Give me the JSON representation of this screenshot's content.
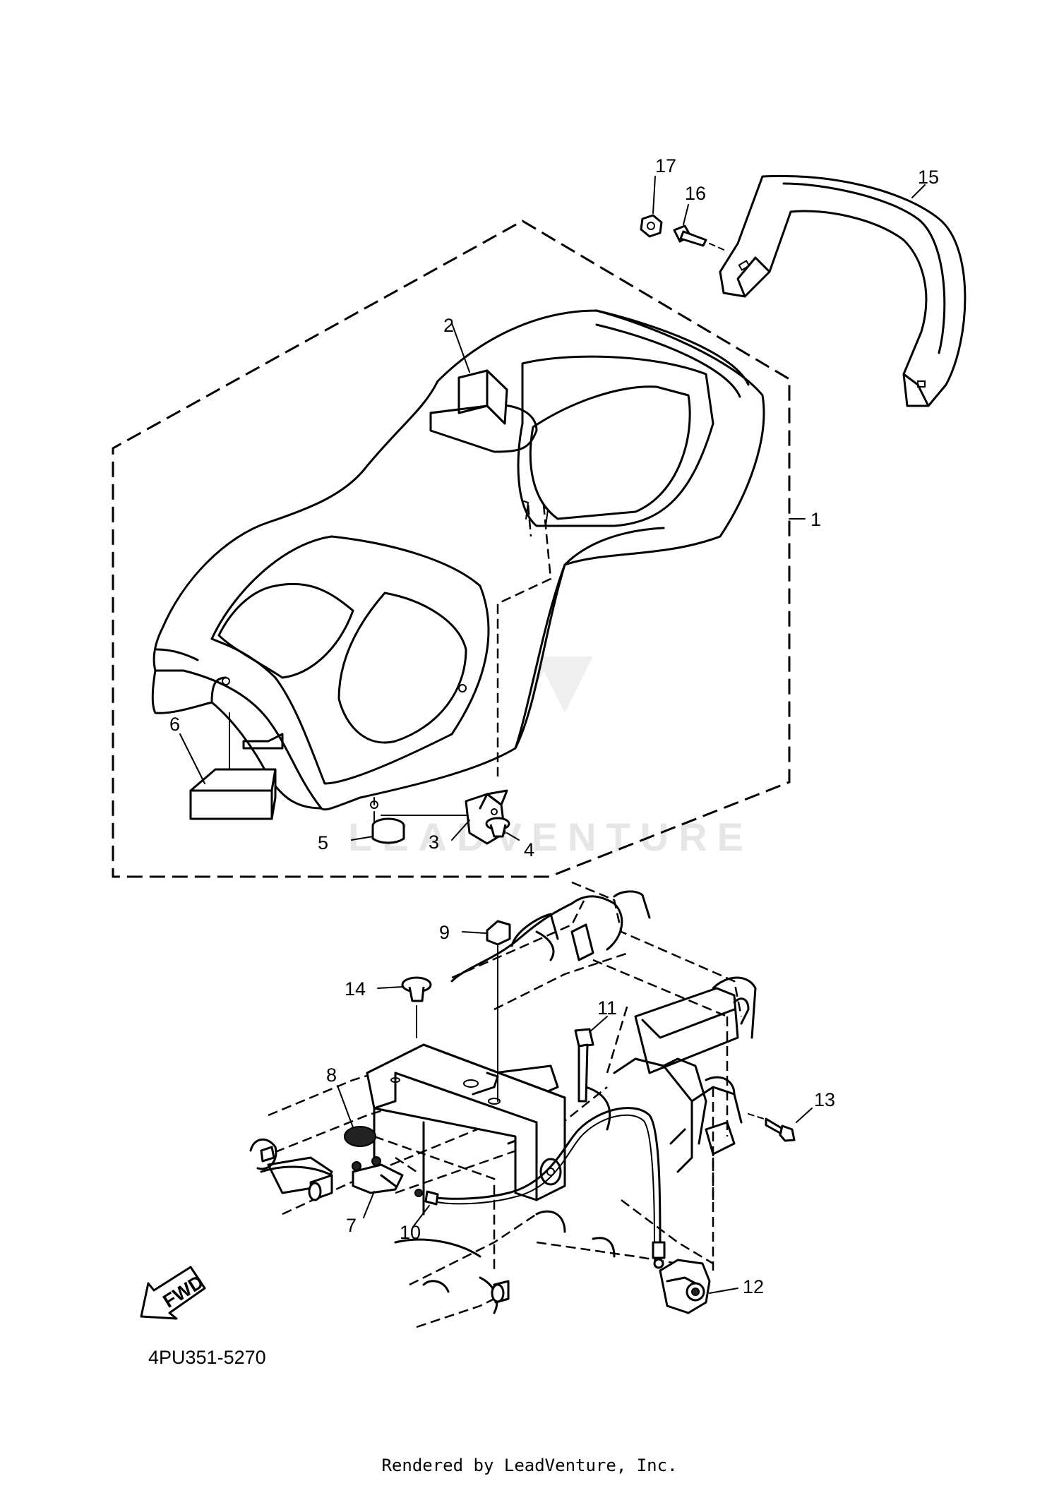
{
  "diagram": {
    "callouts": [
      "1",
      "2",
      "3",
      "4",
      "5",
      "6",
      "7",
      "8",
      "9",
      "10",
      "11",
      "12",
      "13",
      "14",
      "15",
      "16",
      "17"
    ],
    "reference_code": "4PU351-5270",
    "fwd_label": "FWD",
    "watermark": "LEADVENTURE",
    "footer": "Rendered by LeadVenture, Inc."
  }
}
